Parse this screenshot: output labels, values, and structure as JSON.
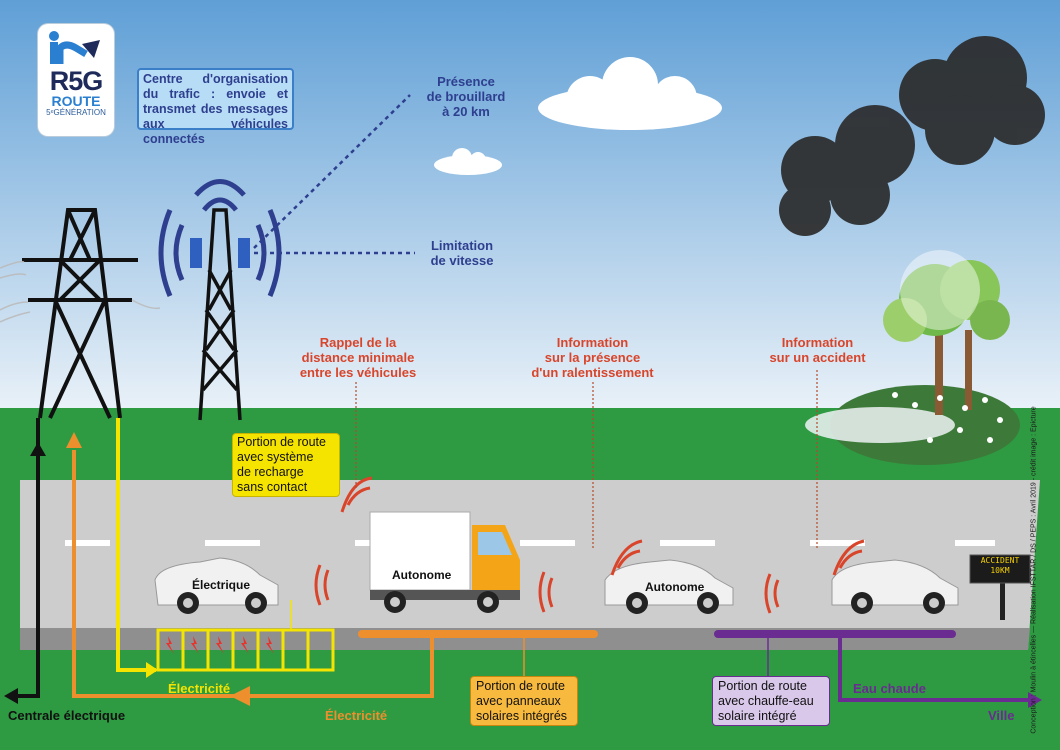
{
  "logo": {
    "name": "R5G",
    "route": "ROUTE",
    "generation": "5ᵉGÉNÉRATION"
  },
  "top_labels": {
    "centre": "Centre d'organisation du trafic : envoie et transmet des messages aux véhicules connectés",
    "brouillard": "Présence\nde brouillard\nà 20 km",
    "limitation": "Limitation\nde vitesse"
  },
  "info_labels": {
    "rappel": "Rappel de la\ndistance minimale\nentre les véhicules",
    "ralentissement": "Information\nsur la présence\nd'un ralentissement",
    "accident": "Information\nsur un accident"
  },
  "boxes": {
    "recharge": "Portion de route\navec système\nde recharge\nsans contact",
    "panneaux": "Portion de route\navec panneaux\nsolaires intégrés",
    "chauffe_eau": "Portion de route\navec chauffe-eau\nsolaire intégré"
  },
  "vehicles": {
    "car1": "Électrique",
    "truck": "Autonome",
    "car2": "Autonome"
  },
  "sign": {
    "line1": "ACCIDENT",
    "line2": "10KM"
  },
  "flows": {
    "electricite_1": "Électricité",
    "electricite_2": "Électricité",
    "eau_chaude": "Eau chaude",
    "centrale": "Centrale électrique",
    "ville": "Ville"
  },
  "credits": "Conception : Moulin à étincelles — Réalisation IFSTTAR / DS / PEPS : Avril 2019 - crédit image : Epicture",
  "colors": {
    "sky": "#7fb3df",
    "grass": "#2e9a42",
    "road": "#c9c9c9",
    "road_edge": "#8e8e8e",
    "blue_text": "#2e3f8f",
    "red_text": "#d9452b",
    "yellow": "#f5e400",
    "orange": "#ee8f2d",
    "purple": "#6a2c91",
    "black": "#111111"
  }
}
